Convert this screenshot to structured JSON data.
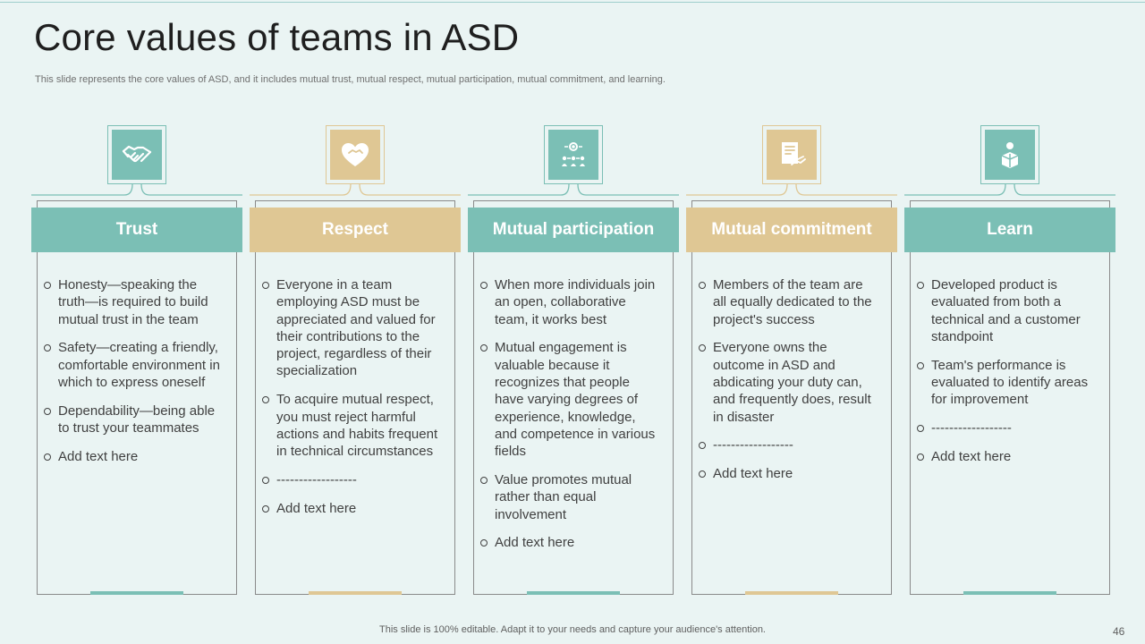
{
  "slide": {
    "title": "Core values of teams in ASD",
    "subtitle": "This slide represents the core values of ASD, and it includes mutual trust, mutual respect, mutual participation, mutual commitment, and learning.",
    "footer": "This slide is 100% editable. Adapt it to your needs and capture your audience's attention.",
    "page_number": "46"
  },
  "colors": {
    "teal": "#7bbfb5",
    "tan": "#dfc794",
    "background": "#eaf4f3"
  },
  "columns": [
    {
      "heading": "Trust",
      "icon": "handshake-icon",
      "bullets": [
        "Honesty—speaking the truth—is required to build mutual trust in the team",
        "Safety—creating a friendly, comfortable environment in which to express oneself",
        "Dependability—being able to trust your teammates",
        "Add text here"
      ]
    },
    {
      "heading": "Respect",
      "icon": "heart-icon",
      "bullets": [
        "Everyone in a team employing ASD must be appreciated and valued for their contributions to the project, regardless of their specialization",
        "To acquire mutual respect, you must reject harmful actions and habits frequent in technical circumstances",
        "------------------",
        "Add text here"
      ]
    },
    {
      "heading": "Mutual participation",
      "icon": "team-gear-icon",
      "bullets": [
        "When more individuals join an open, collaborative team, it works best",
        "Mutual engagement is valuable because it recognizes that people have varying degrees of experience, knowledge, and competence in various fields",
        "Value promotes mutual rather than equal involvement",
        "Add text here"
      ]
    },
    {
      "heading": "Mutual commitment",
      "icon": "contract-handshake-icon",
      "bullets": [
        "Members of the team are all equally dedicated to the project's success",
        "Everyone owns the outcome in ASD and abdicating your duty can, and frequently does, result in disaster",
        "------------------",
        "Add text here"
      ]
    },
    {
      "heading": "Learn",
      "icon": "learner-icon",
      "bullets": [
        "Developed product is evaluated from both a technical and a customer standpoint",
        "Team's performance is evaluated to identify areas for improvement",
        "------------------",
        "Add text here"
      ]
    }
  ]
}
